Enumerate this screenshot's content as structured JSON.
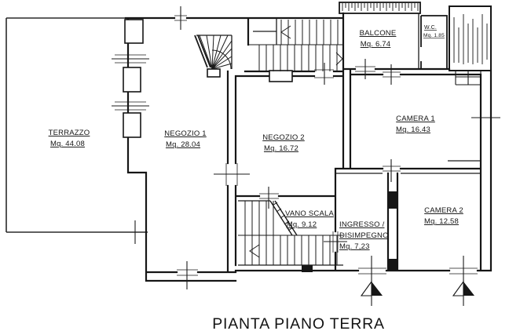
{
  "title": "PIANTA PIANO TERRA",
  "rooms": {
    "terrazzo": {
      "name": "TERRAZZO",
      "area": "Mq. 44.08"
    },
    "negozio1": {
      "name": "NEGOZIO 1",
      "area": "Mq. 28.04"
    },
    "negozio2": {
      "name": "NEGOZIO 2",
      "area": "Mq. 16.72"
    },
    "balcone": {
      "name": "BALCONE",
      "area": "Mq. 6.74"
    },
    "wc": {
      "name": "W.C.",
      "area": "Mq. 1.85"
    },
    "camera1": {
      "name": "CAMERA 1",
      "area": "Mq. 16.43"
    },
    "camera2": {
      "name": "CAMERA 2",
      "area": "Mq. 12.58"
    },
    "vano_scala": {
      "name": "VANO SCALA",
      "area": "Mq. 9.12"
    },
    "ingresso": {
      "line1": "INGRESSO /",
      "line2": "DISIMPEGNO",
      "area": "Mq. 7,23"
    }
  },
  "colors": {
    "line": "#1b1b1b",
    "background": "#ffffff"
  }
}
